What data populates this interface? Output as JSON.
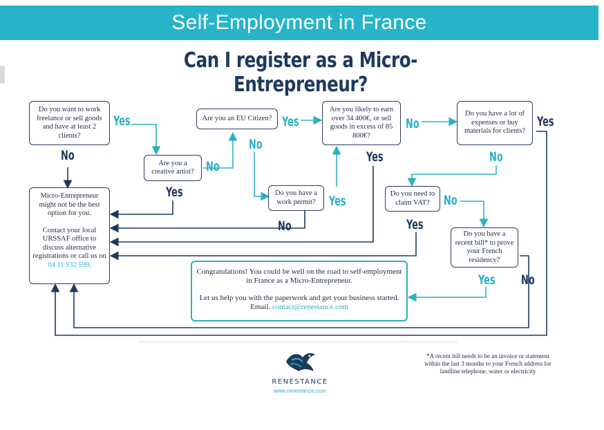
{
  "banner": {
    "title": "Self-Employment in France"
  },
  "headline": "Can I register as a Micro-Entrepreneur?",
  "nodes": {
    "q_freelance": "Do you want to work freelance or sell goods and have at least 2 clients?",
    "q_creative": "Are you a creative artist?",
    "q_eu": "Are you an EU Citizen?",
    "q_permit": "Do you have a work permit?",
    "q_earn": "Are you likely to earn over 34 400€, or sell goods in excess of 85 800€?",
    "q_expenses": "Do you have a lot of expenses or buy materials for clients?",
    "q_vat": "Do you need to claim VAT?",
    "q_bill": "Do you have a recent bill* to prove your French residency?"
  },
  "outcome_not_best": {
    "line1": "Micro-Entrepreneur might not be the best option for you.",
    "line2": "Contact your local URSSAF office to discuss alternative registrations or call us on",
    "phone": "04 11 932 599",
    "end": "."
  },
  "outcome_congrats": {
    "line1": "Congratulations!   You could be well on the road to self-employment in France as a Micro-Entrepreneur.",
    "line2": "Let us help you with the paperwork and get your business started. Email.",
    "email": "contact@renestance.com"
  },
  "labels": {
    "yes": "Yes",
    "no": "No"
  },
  "brand": {
    "name": "RENESTANCE",
    "url": "www.renestance.com"
  },
  "footnote": "*A recent bill needs to be an invoice or statement within the last 3 months to your French address for landline telephone, water or electricity",
  "colors": {
    "banner": "#27b4c8",
    "navy": "#1d3a5c",
    "teal": "#2bb0c4"
  }
}
